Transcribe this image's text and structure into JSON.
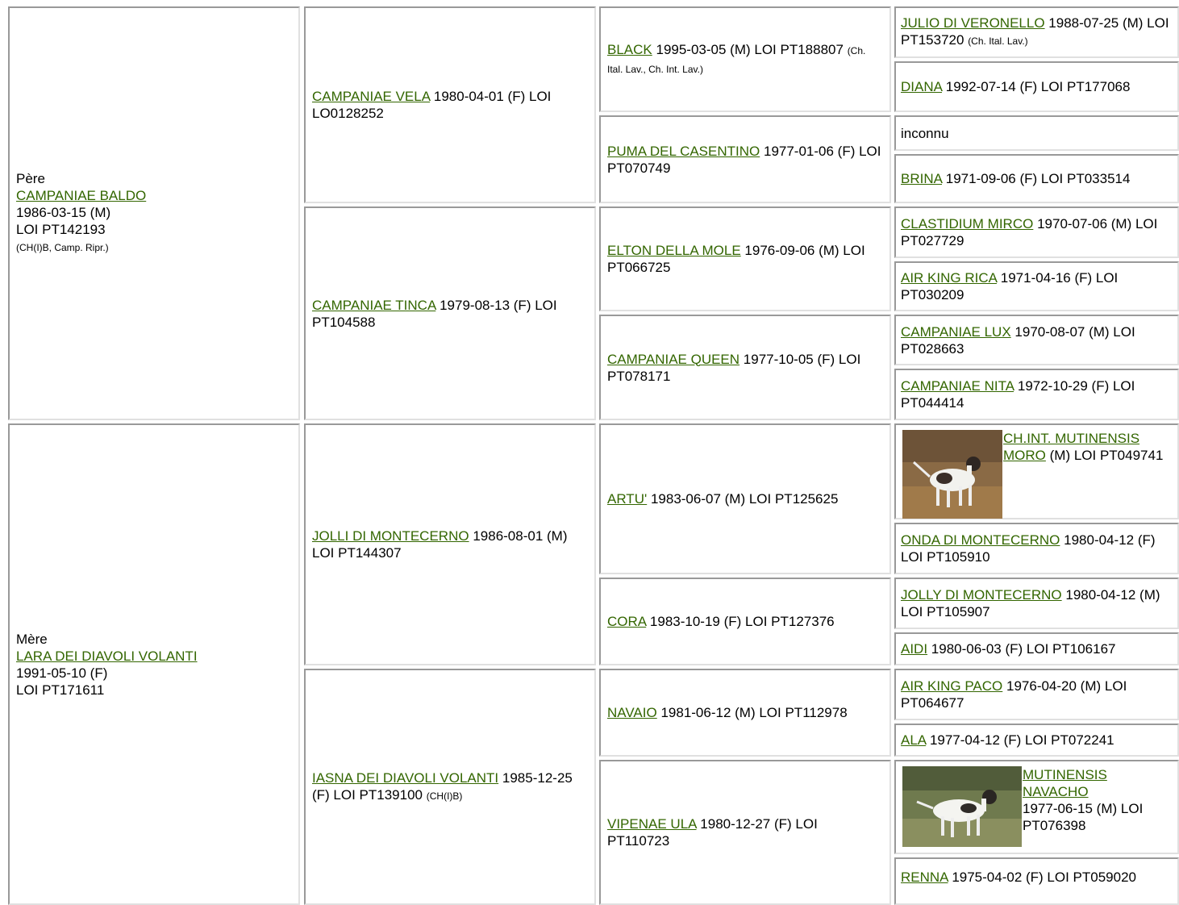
{
  "sire": {
    "label": "Père",
    "name": "CAMPANIAE BALDO",
    "dob": "1986-03-15 (M)",
    "reg": "LOI PT142193",
    "titles": "(CH(I)B, Camp. Ripr.)"
  },
  "dam": {
    "label": "Mère",
    "name": "LARA DEI DIAVOLI VOLANTI",
    "dob": "1991-05-10 (F)",
    "reg": "LOI PT171611"
  },
  "gen2": [
    {
      "name": "CAMPANIAE VELA",
      "info": "1980-04-01 (F) LOI LO0128252",
      "titles": ""
    },
    {
      "name": "CAMPANIAE TINCA",
      "info": "1979-08-13 (F) LOI PT104588",
      "titles": ""
    },
    {
      "name": "JOLLI DI MONTECERNO",
      "info": "1986-08-01 (M) LOI PT144307",
      "titles": ""
    },
    {
      "name": "IASNA DEI DIAVOLI VOLANTI",
      "info": "1985-12-25 (F) LOI PT139100",
      "titles": "(CH(I)B)"
    }
  ],
  "gen3": [
    {
      "name": "BLACK",
      "info": "1995-03-05 (M) LOI PT188807",
      "titles": "(Ch. Ital. Lav., Ch. Int. Lav.)"
    },
    {
      "name": "PUMA DEL CASENTINO",
      "info": "1977-01-06 (F) LOI PT070749",
      "titles": ""
    },
    {
      "name": "ELTON DELLA MOLE",
      "info": "1976-09-06 (M) LOI PT066725",
      "titles": ""
    },
    {
      "name": "CAMPANIAE QUEEN",
      "info": "1977-10-05 (F) LOI PT078171",
      "titles": ""
    },
    {
      "name": "ARTU'",
      "info": "1983-06-07 (M) LOI PT125625",
      "titles": ""
    },
    {
      "name": "CORA",
      "info": "1983-10-19 (F) LOI PT127376",
      "titles": ""
    },
    {
      "name": "NAVAIO",
      "info": "1981-06-12 (M) LOI PT112978",
      "titles": ""
    },
    {
      "name": "VIPENAE ULA",
      "info": "1980-12-27 (F) LOI PT110723",
      "titles": ""
    }
  ],
  "gen4": [
    {
      "name": "JULIO DI VERONELLO",
      "info": "1988-07-25 (M) LOI PT153720",
      "titles": "(Ch. Ital. Lav.)"
    },
    {
      "name": "DIANA",
      "info": "1992-07-14 (F) LOI PT177068",
      "titles": ""
    },
    {
      "name": "",
      "info": "inconnu",
      "titles": ""
    },
    {
      "name": "BRINA",
      "info": "1971-09-06 (F) LOI PT033514",
      "titles": ""
    },
    {
      "name": "CLASTIDIUM MIRCO",
      "info": "1970-07-06 (M) LOI PT027729",
      "titles": ""
    },
    {
      "name": "AIR KING RICA",
      "info": "1971-04-16 (F) LOI PT030209",
      "titles": ""
    },
    {
      "name": "CAMPANIAE LUX",
      "info": "1970-08-07 (M) LOI PT028663",
      "titles": ""
    },
    {
      "name": "CAMPANIAE NITA",
      "info": "1972-10-29 (F) LOI PT044414",
      "titles": ""
    },
    {
      "name": "CH.INT. MUTINENSIS MORO",
      "info": "(M) LOI PT049741",
      "titles": ""
    },
    {
      "name": "ONDA DI MONTECERNO",
      "info": "1980-04-12 (F) LOI PT105910",
      "titles": ""
    },
    {
      "name": "JOLLY DI MONTECERNO",
      "info": "1980-04-12 (M) LOI PT105907",
      "titles": ""
    },
    {
      "name": "AIDI",
      "info": "1980-06-03 (F) LOI PT106167",
      "titles": ""
    },
    {
      "name": "AIR KING PACO",
      "info": "1976-04-20 (M) LOI PT064677",
      "titles": ""
    },
    {
      "name": "ALA",
      "info": "1977-04-12 (F) LOI PT072241",
      "titles": ""
    },
    {
      "name": "MUTINENSIS NAVACHO",
      "info": "1977-06-15 (M) LOI PT076398",
      "titles": ""
    },
    {
      "name": "RENNA",
      "info": "1975-04-02 (F) LOI PT059020",
      "titles": ""
    }
  ]
}
